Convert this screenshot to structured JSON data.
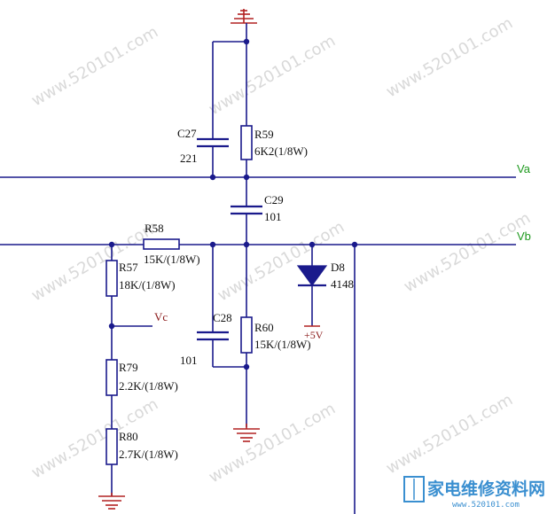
{
  "nets": {
    "va": "Va",
    "vb": "Vb",
    "vc": "Vc",
    "supply": "+5V"
  },
  "components": {
    "c27": {
      "ref": "C27",
      "value": "221"
    },
    "r59": {
      "ref": "R59",
      "value": "6K2(1/8W)"
    },
    "c29": {
      "ref": "C29",
      "value": "101"
    },
    "r58": {
      "ref": "R58",
      "value": "15K/(1/8W)"
    },
    "d8": {
      "ref": "D8",
      "value": "4148"
    },
    "r57": {
      "ref": "R57",
      "value": "18K/(1/8W)"
    },
    "c28": {
      "ref": "C28",
      "value": "101"
    },
    "r60": {
      "ref": "R60",
      "value": "15K/(1/8W)"
    },
    "r79": {
      "ref": "R79",
      "value": "2.2K/(1/8W)"
    },
    "r80": {
      "ref": "R80",
      "value": "2.7K/(1/8W)"
    }
  },
  "watermark": {
    "text": "www.520101.com"
  },
  "logo": {
    "title": "家电维修资料网",
    "url": "www.520101.com"
  },
  "colors": {
    "wire": "#1a1a8c",
    "net_label": "#1f9a1f",
    "ground": "#b22222",
    "logo": "#3a8fd0"
  }
}
